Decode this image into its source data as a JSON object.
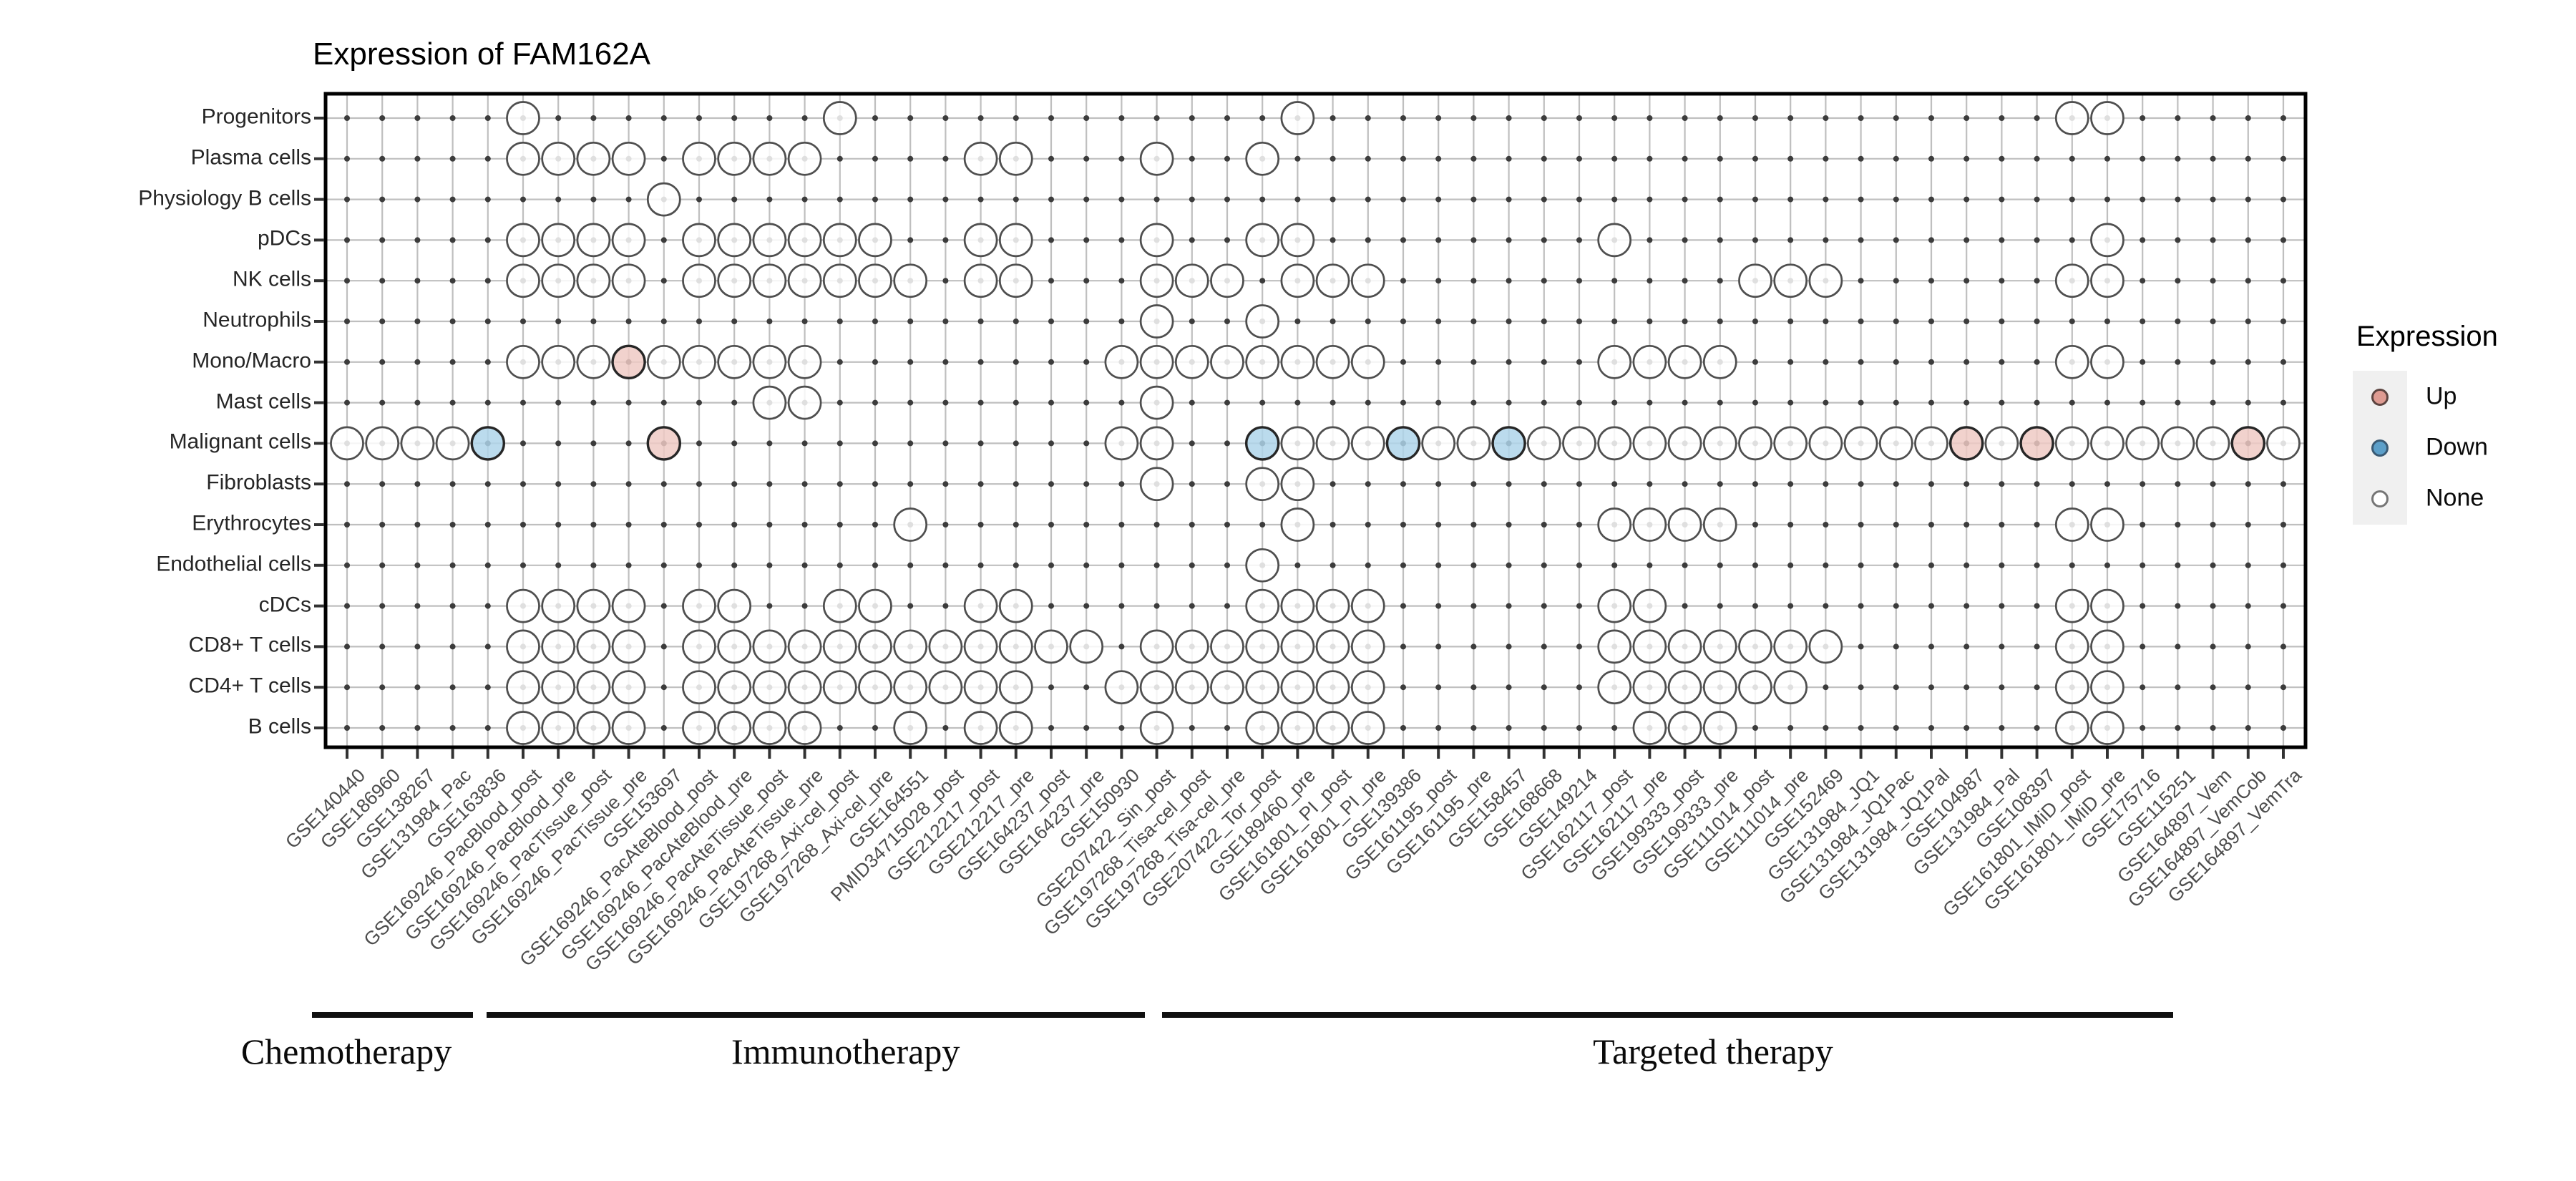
{
  "title": "Expression of FAM162A",
  "legend": {
    "title": "Expression",
    "items": [
      {
        "label": "Up",
        "fill": "#de9b92",
        "stroke": "#5c4440"
      },
      {
        "label": "Down",
        "fill": "#5c9fc9",
        "stroke": "#3a5a74"
      },
      {
        "label": "None",
        "fill": "#ffffff",
        "stroke": "#757575"
      }
    ]
  },
  "colors": {
    "up_fill": "#eec9c3",
    "down_fill": "#aed4e9",
    "none_fill": "#ffffff",
    "none_stroke": "#4f4f4f",
    "state_stroke": "#262626",
    "grid": "#bfbfbf",
    "grid_dot": "#3c3c3c",
    "frame": "#000000",
    "tick": "#333333"
  },
  "chart_data": {
    "type": "heatmap",
    "title": "Expression of FAM162A",
    "legend_states": [
      "Up",
      "Down",
      "None"
    ],
    "grid": "on",
    "legend_position": "right",
    "rows": [
      "Progenitors",
      "Plasma cells",
      "Physiology B cells",
      "pDCs",
      "NK cells",
      "Neutrophils",
      "Mono/Macro",
      "Mast cells",
      "Malignant cells",
      "Fibroblasts",
      "Erythrocytes",
      "Endothelial cells",
      "cDCs",
      "CD8+ T cells",
      "CD4+ T cells",
      "B cells"
    ],
    "columns": [
      "GSE140440",
      "GSE186960",
      "GSE138267",
      "GSE131984_Pac",
      "GSE163836",
      "GSE169246_PacBlood_post",
      "GSE169246_PacBlood_pre",
      "GSE169246_PacTissue_post",
      "GSE169246_PacTissue_pre",
      "GSE153697",
      "GSE169246_PacAteBlood_post",
      "GSE169246_PacAteBlood_pre",
      "GSE169246_PacAteTissue_post",
      "GSE169246_PacAteTissue_pre",
      "GSE197268_Axi-cel_post",
      "GSE197268_Axi-cel_pre",
      "GSE164551",
      "PMID34715028_post",
      "GSE212217_post",
      "GSE212217_pre",
      "GSE164237_post",
      "GSE164237_pre",
      "GSE150930",
      "GSE207422_Sin_post",
      "GSE197268_Tisa-cel_post",
      "GSE197268_Tisa-cel_pre",
      "GSE207422_Tor_post",
      "GSE189460_pre",
      "GSE161801_PI_post",
      "GSE161801_PI_pre",
      "GSE139386",
      "GSE161195_post",
      "GSE161195_pre",
      "GSE158457",
      "GSE168668",
      "GSE149214",
      "GSE162117_post",
      "GSE162117_pre",
      "GSE199333_post",
      "GSE199333_pre",
      "GSE111014_post",
      "GSE111014_pre",
      "GSE152469",
      "GSE131984_JQ1",
      "GSE131984_JQ1Pac",
      "GSE131984_JQ1Pal",
      "GSE104987",
      "GSE131984_Pal",
      "GSE108397",
      "GSE161801_IMiD_post",
      "GSE161801_IMiD_pre",
      "GSE175716",
      "GSE115251",
      "GSE164897_Vem",
      "GSE164897_VemCob",
      "GSE164897_VemTra"
    ],
    "cells": [
      {
        "row": "Progenitors",
        "none": [
          5,
          14,
          27,
          49,
          50
        ],
        "up": [],
        "down": []
      },
      {
        "row": "Plasma cells",
        "none": [
          5,
          6,
          7,
          8,
          10,
          11,
          12,
          13,
          18,
          19,
          23,
          26
        ],
        "up": [],
        "down": []
      },
      {
        "row": "Physiology B cells",
        "none": [
          9
        ],
        "up": [],
        "down": []
      },
      {
        "row": "pDCs",
        "none": [
          5,
          6,
          7,
          8,
          10,
          11,
          12,
          13,
          14,
          15,
          18,
          19,
          23,
          26,
          27,
          36,
          50
        ],
        "up": [],
        "down": []
      },
      {
        "row": "NK cells",
        "none": [
          5,
          6,
          7,
          8,
          10,
          11,
          12,
          13,
          14,
          15,
          16,
          18,
          19,
          23,
          24,
          25,
          27,
          28,
          29,
          40,
          41,
          42,
          49,
          50
        ],
        "up": [],
        "down": []
      },
      {
        "row": "Neutrophils",
        "none": [
          23,
          26
        ],
        "up": [],
        "down": []
      },
      {
        "row": "Mono/Macro",
        "none": [
          5,
          6,
          7,
          9,
          10,
          11,
          12,
          13,
          22,
          23,
          24,
          25,
          26,
          27,
          28,
          29,
          36,
          37,
          38,
          39,
          49,
          50
        ],
        "up": [
          8
        ],
        "down": []
      },
      {
        "row": "Mast cells",
        "none": [
          12,
          13,
          23
        ],
        "up": [],
        "down": []
      },
      {
        "row": "Malignant cells",
        "none": [
          0,
          1,
          2,
          3,
          22,
          23,
          27,
          28,
          29,
          31,
          32,
          34,
          35,
          36,
          37,
          38,
          39,
          40,
          41,
          42,
          43,
          44,
          45,
          47,
          49,
          50,
          51,
          52,
          53,
          55
        ],
        "up": [
          9,
          46,
          48,
          54
        ],
        "down": [
          4,
          26,
          30,
          33
        ]
      },
      {
        "row": "Fibroblasts",
        "none": [
          23,
          26,
          27
        ],
        "up": [],
        "down": []
      },
      {
        "row": "Erythrocytes",
        "none": [
          16,
          27,
          36,
          37,
          38,
          39,
          49,
          50
        ],
        "up": [],
        "down": []
      },
      {
        "row": "Endothelial cells",
        "none": [
          26
        ],
        "up": [],
        "down": []
      },
      {
        "row": "cDCs",
        "none": [
          5,
          6,
          7,
          8,
          10,
          11,
          14,
          15,
          18,
          19,
          26,
          27,
          28,
          29,
          36,
          37,
          49,
          50
        ],
        "up": [],
        "down": []
      },
      {
        "row": "CD8+ T cells",
        "none": [
          5,
          6,
          7,
          8,
          10,
          11,
          12,
          13,
          14,
          15,
          16,
          17,
          18,
          19,
          20,
          21,
          23,
          24,
          25,
          26,
          27,
          28,
          29,
          36,
          37,
          38,
          39,
          40,
          41,
          42,
          49,
          50
        ],
        "up": [],
        "down": []
      },
      {
        "row": "CD4+ T cells",
        "none": [
          5,
          6,
          7,
          8,
          10,
          11,
          12,
          13,
          14,
          15,
          16,
          17,
          18,
          19,
          22,
          23,
          24,
          25,
          26,
          27,
          28,
          29,
          36,
          37,
          38,
          39,
          40,
          41,
          49,
          50
        ],
        "up": [],
        "down": []
      },
      {
        "row": "B cells",
        "none": [
          5,
          6,
          7,
          8,
          10,
          11,
          12,
          13,
          16,
          18,
          19,
          23,
          26,
          27,
          28,
          29,
          37,
          38,
          39,
          49,
          50
        ],
        "up": [],
        "down": []
      }
    ],
    "groups": [
      {
        "label": "Chemotherapy",
        "col_start": -1.0,
        "col_end": 3.57,
        "label_col": -0.02
      },
      {
        "label": "Immunotherapy",
        "col_start": 3.97,
        "col_end": 22.67,
        "label_col": 14.16
      },
      {
        "label": "Targeted therapy",
        "col_start": 23.16,
        "col_end": 51.86,
        "label_col": 38.8
      }
    ]
  }
}
